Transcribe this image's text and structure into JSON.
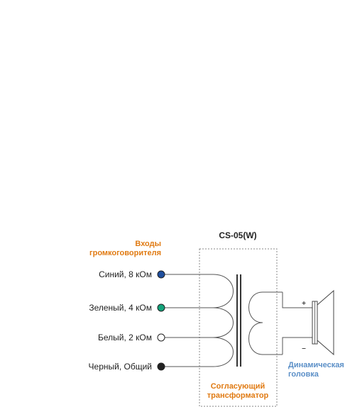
{
  "transformer": {
    "model": "CS-05(W)",
    "caption_line1": "Согласующий",
    "caption_line2": "трансформатор"
  },
  "inputs": {
    "heading_line1": "Входы",
    "heading_line2": "громкоговорителя",
    "terminals": [
      {
        "label": "Синий, 8 кОм",
        "color": "#1f4f9e"
      },
      {
        "label": "Зеленый, 4 кОм",
        "color": "#12a37a"
      },
      {
        "label": "Белый, 2 кОм",
        "color": "#ffffff"
      },
      {
        "label": "Черный, Общий",
        "color": "#222222"
      }
    ]
  },
  "speaker": {
    "caption_line1": "Динамическая",
    "caption_line2": "головка",
    "plus": "+",
    "minus": "–"
  },
  "colors": {
    "accent_orange": "#e07a12",
    "accent_blue": "#5b8fc7"
  }
}
